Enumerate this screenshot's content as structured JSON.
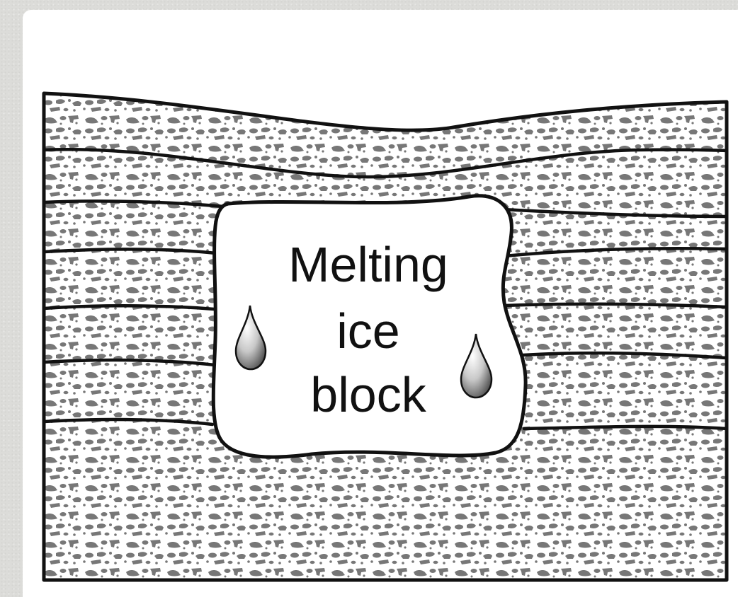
{
  "diagram": {
    "label_lines": [
      "Melting",
      "ice",
      "block"
    ],
    "colors": {
      "background": "#dcdcd9",
      "card": "#ffffff",
      "sediment_speckle": "#777777",
      "outline": "#111111",
      "ice": "#ffffff"
    },
    "icons": [
      "water-drop-icon",
      "water-drop-icon"
    ]
  }
}
